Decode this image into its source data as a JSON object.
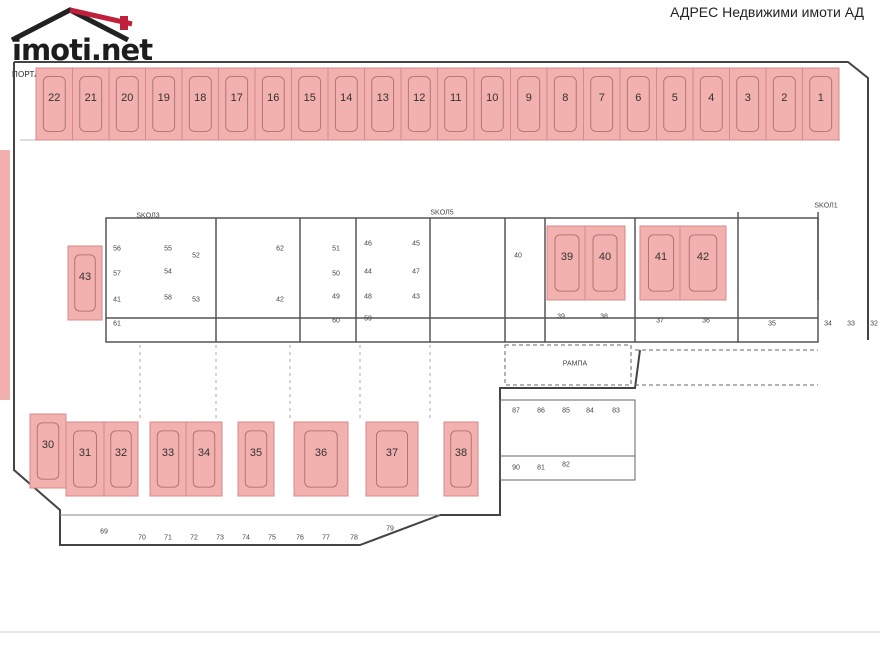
{
  "header": {
    "logo_text": "imoti",
    "logo_suffix": ".net",
    "logo_tagline": "ПОРТАЛЪТ ЗА НЕДВИЖИМИ ИМОТИ",
    "company": "АДРЕС Недвижими имоти АД"
  },
  "colors": {
    "highlight": "#f2b0ae",
    "highlight_stroke": "#d88a88",
    "wall": "#444444",
    "logo_red": "#c0203a"
  },
  "labels": {
    "stair_left": "SKOЛ3",
    "stair_center": "SKOЛ5",
    "stair_right": "SKOЛ1",
    "ramp": "РАМПА"
  },
  "highlighted_spots": [
    {
      "label": "22"
    },
    {
      "label": "21"
    },
    {
      "label": "20"
    },
    {
      "label": "19"
    },
    {
      "label": "18"
    },
    {
      "label": "17"
    },
    {
      "label": "16"
    },
    {
      "label": "15"
    },
    {
      "label": "14"
    },
    {
      "label": "13"
    },
    {
      "label": "12"
    },
    {
      "label": "11"
    },
    {
      "label": "10"
    },
    {
      "label": "9"
    },
    {
      "label": "8"
    },
    {
      "label": "7"
    },
    {
      "label": "6"
    },
    {
      "label": "5"
    },
    {
      "label": "4"
    },
    {
      "label": "3"
    },
    {
      "label": "2"
    },
    {
      "label": "1"
    },
    {
      "label": "43"
    },
    {
      "label": "39"
    },
    {
      "label": "40"
    },
    {
      "label": "41"
    },
    {
      "label": "42"
    },
    {
      "label": "30"
    },
    {
      "label": "31"
    },
    {
      "label": "32"
    },
    {
      "label": "33"
    },
    {
      "label": "34"
    },
    {
      "label": "35"
    },
    {
      "label": "36"
    },
    {
      "label": "37"
    },
    {
      "label": "38"
    }
  ],
  "storage_units": [
    "56",
    "55",
    "52",
    "62",
    "51",
    "46",
    "45",
    "57",
    "54",
    "50",
    "44",
    "47",
    "53",
    "48",
    "49",
    "42",
    "43",
    "41",
    "61",
    "58",
    "60",
    "59",
    "40",
    "39",
    "38",
    "37",
    "36",
    "35",
    "34",
    "33",
    "32",
    "87",
    "86",
    "85",
    "84",
    "83",
    "90",
    "81",
    "82",
    "69",
    "70",
    "71",
    "72",
    "73",
    "74",
    "75",
    "76",
    "77",
    "78",
    "79"
  ]
}
